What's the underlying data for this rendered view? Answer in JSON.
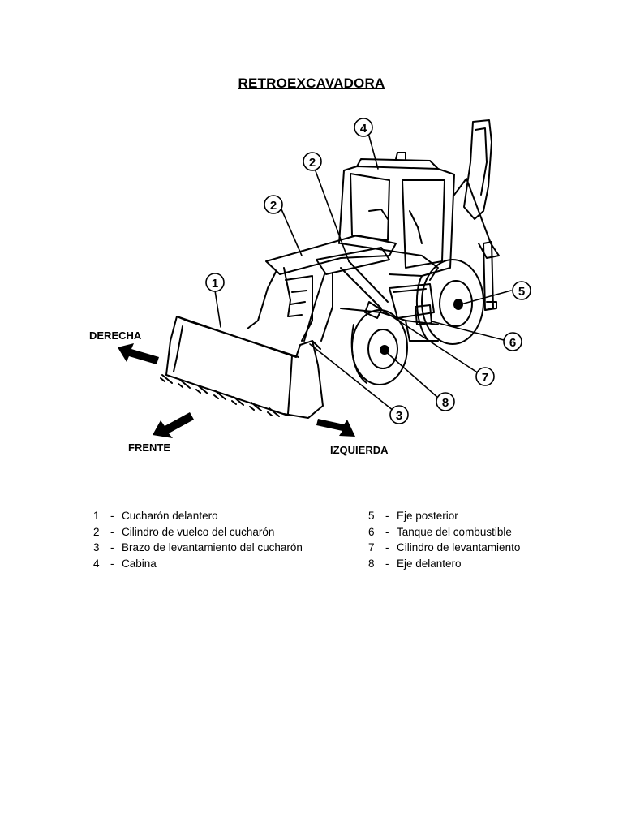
{
  "title": "RETROEXCAVADORA",
  "directions": {
    "right": "DERECHA",
    "front": "FRENTE",
    "left": "IZQUIERDA"
  },
  "callouts": [
    "1",
    "2",
    "2",
    "3",
    "4",
    "5",
    "6",
    "7",
    "8"
  ],
  "legend": {
    "left": [
      {
        "num": "1",
        "label": "Cucharón delantero"
      },
      {
        "num": "2",
        "label": "Cilindro de vuelco del cucharón"
      },
      {
        "num": "3",
        "label": "Brazo de levantamiento del cucharón"
      },
      {
        "num": "4",
        "label": "Cabina"
      }
    ],
    "right": [
      {
        "num": "5",
        "label": "Eje posterior"
      },
      {
        "num": "6",
        "label": "Tanque del combustible"
      },
      {
        "num": "7",
        "label": "Cilindro de levantamiento"
      },
      {
        "num": "8",
        "label": "Eje delantero"
      }
    ]
  }
}
